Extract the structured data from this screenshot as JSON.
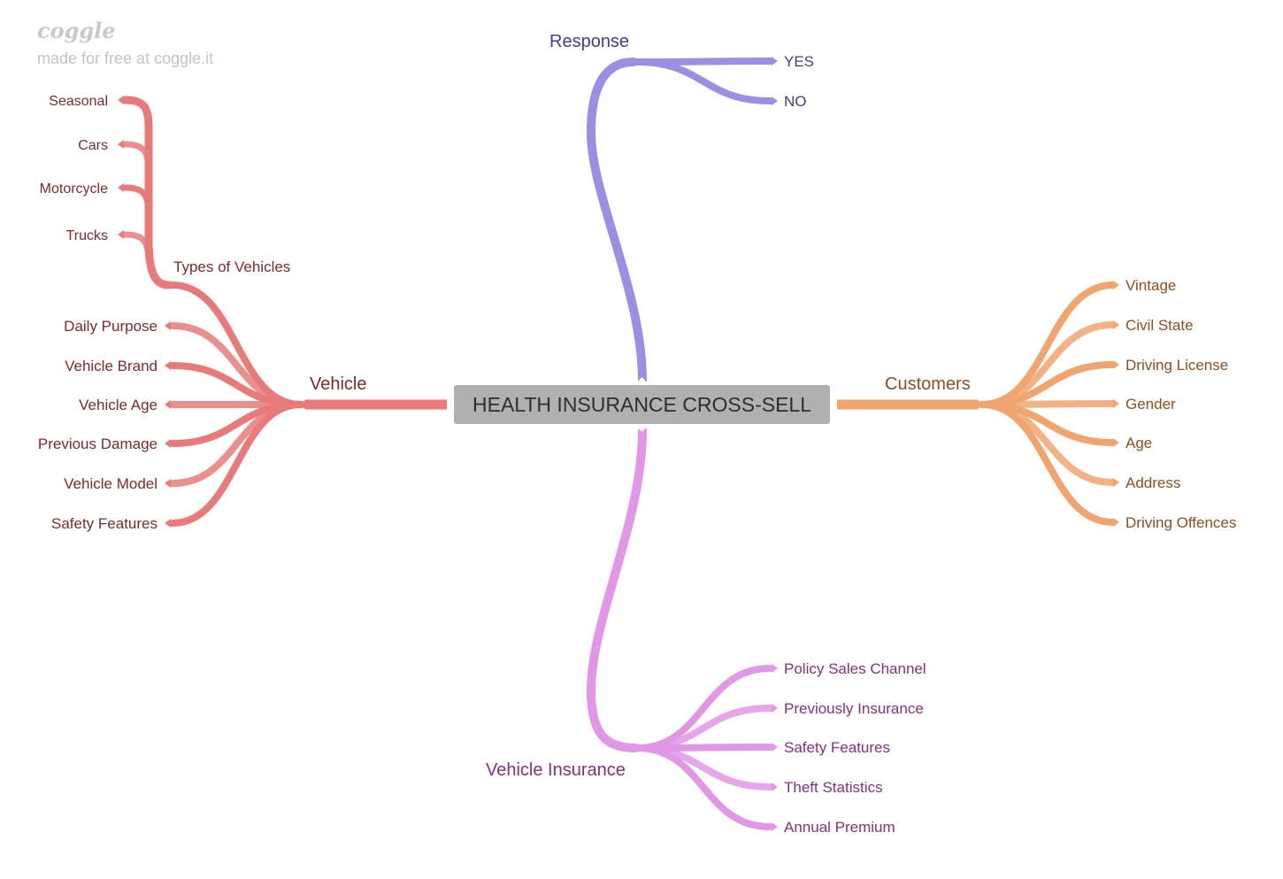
{
  "watermark": {
    "logo": "coggle",
    "tagline": "made for free at coggle.it"
  },
  "root": {
    "label": "HEALTH INSURANCE CROSS-SELL",
    "fill": "#b0b0b0",
    "text_color": "#2e2e2e"
  },
  "branches": [
    {
      "label": "Response",
      "color": "#9a8fe3",
      "text_color": "#3f3d8c",
      "children": [
        "YES",
        "NO"
      ]
    },
    {
      "label": "Customers",
      "color": "#f0a56f",
      "text_color": "#8b4f22",
      "children": [
        "Vintage",
        "Civil State",
        "Driving License",
        "Gender",
        "Age",
        "Address",
        "Driving Offences"
      ]
    },
    {
      "label": "Vehicle Insurance",
      "color": "#e196e6",
      "text_color": "#84307f",
      "children": [
        "Policy Sales Channel",
        "Previously Insurance",
        "Safety Features",
        "Theft Statistics",
        "Annual Premium"
      ]
    },
    {
      "label": "Vehicle",
      "color": "#e87a7a",
      "text_color": "#7a2b2b",
      "children": [
        {
          "label": "Types of Vehicles",
          "children": [
            "Seasonal",
            "Cars",
            "Motorcycle",
            "Trucks"
          ]
        },
        "Daily Purpose",
        "Vehicle Brand",
        "Vehicle Age",
        "Previous Damage",
        "Vehicle Model",
        "Safety Features"
      ]
    }
  ]
}
